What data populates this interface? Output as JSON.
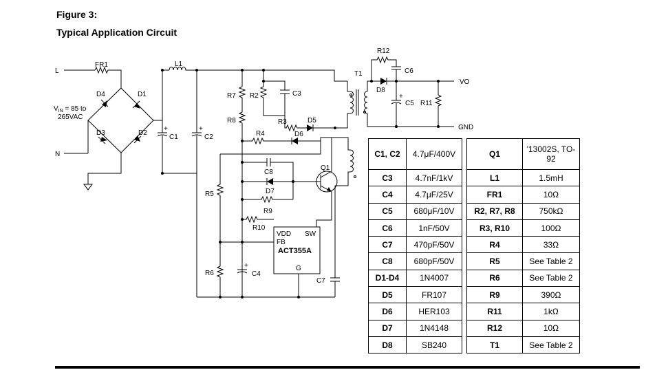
{
  "figure": {
    "number": "Figure 3:",
    "title": "Typical Application Circuit"
  },
  "schematic": {
    "labels": {
      "L": "L",
      "N": "N",
      "vin_line1": "V",
      "vin_sub": "IN",
      "vin_line1_rest": " = 85 to",
      "vin_line2": "265VAC",
      "FR1": "FR1",
      "L1": "L1",
      "D4": "D4",
      "D1": "D1",
      "D3": "D3",
      "D2": "D2",
      "C1": "C1",
      "C2": "C2",
      "R7": "R7",
      "R2": "R2",
      "C3": "C3",
      "R8": "R8",
      "R3": "R3",
      "D5": "D5",
      "R4": "R4",
      "D6": "D6",
      "C8": "C8",
      "D7": "D7",
      "R9": "R9",
      "R10": "R10",
      "R5": "R5",
      "R6": "R6",
      "C4": "C4",
      "C7": "C7",
      "Q1": "Q1",
      "T1": "T1",
      "R12": "R12",
      "C6": "C6",
      "D8": "D8",
      "C5": "C5",
      "R11": "R11",
      "VO": "VO",
      "GND": "GND",
      "ic_vdd": "VDD",
      "ic_sw": "SW",
      "ic_fb": "FB",
      "ic_name": "ACT355A",
      "ic_g": "G",
      "plus": "+"
    }
  },
  "bom_table": {
    "rows": [
      [
        "C1, C2",
        "4.7μF/400V",
        "Q1",
        "'13002S, TO-92"
      ],
      [
        "C3",
        "4.7nF/1kV",
        "L1",
        "1.5mH"
      ],
      [
        "C4",
        "4.7μF/25V",
        "FR1",
        "10Ω"
      ],
      [
        "C5",
        "680μF/10V",
        "R2, R7, R8",
        "750kΩ"
      ],
      [
        "C6",
        "1nF/50V",
        "R3, R10",
        "100Ω"
      ],
      [
        "C7",
        "470pF/50V",
        "R4",
        "33Ω"
      ],
      [
        "C8",
        "680pF/50V",
        "R5",
        "See Table 2"
      ],
      [
        "D1-D4",
        "1N4007",
        "R6",
        "See Table 2"
      ],
      [
        "D5",
        "FR107",
        "R9",
        "390Ω"
      ],
      [
        "D6",
        "HER103",
        "R11",
        "1kΩ"
      ],
      [
        "D7",
        "1N4148",
        "R12",
        "10Ω"
      ],
      [
        "D8",
        "SB240",
        "T1",
        "See Table 2"
      ]
    ]
  }
}
